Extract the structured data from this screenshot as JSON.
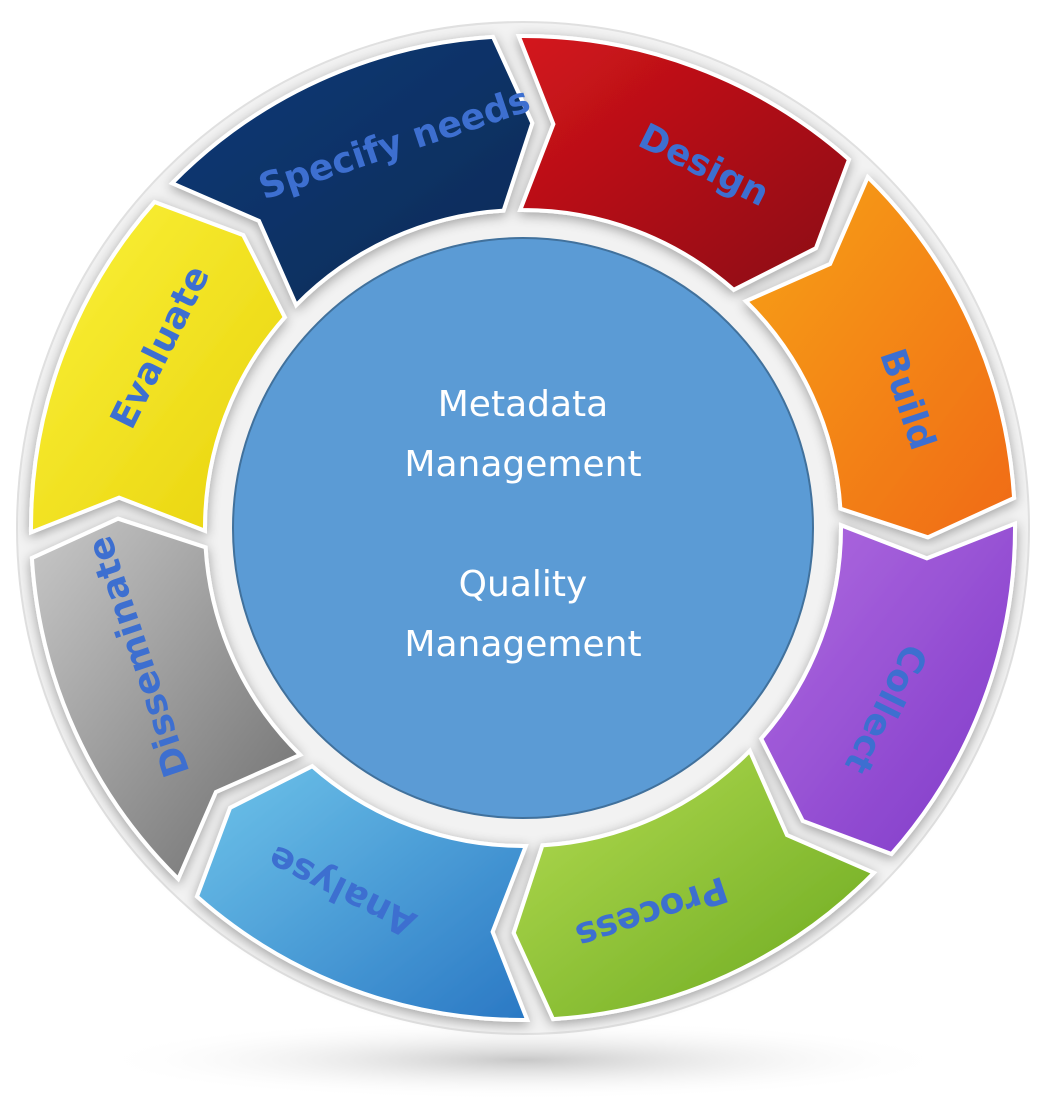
{
  "cycle": {
    "stages": [
      {
        "label": "Specify needs",
        "color_top": "#0b3a78",
        "color_bottom": "#0a2a55"
      },
      {
        "label": "Design",
        "color_top": "#d4141c",
        "color_bottom": "#8a0a10"
      },
      {
        "label": "Build",
        "color_top": "#f7a21a",
        "color_bottom": "#f06a12"
      },
      {
        "label": "Collect",
        "color_top": "#b06be0",
        "color_bottom": "#7e38c8"
      },
      {
        "label": "Process",
        "color_top": "#b4dc52",
        "color_bottom": "#6aa81e"
      },
      {
        "label": "Analyse",
        "color_top": "#6fc4ea",
        "color_bottom": "#2a78c4"
      },
      {
        "label": "Disseminate",
        "color_top": "#c8c8c8",
        "color_bottom": "#6c6c6c"
      },
      {
        "label": "Evaluate",
        "color_top": "#fbf23a",
        "color_bottom": "#e8d20c"
      }
    ]
  },
  "center": {
    "line1": "Metadata",
    "line2": "Management",
    "line3": "Quality",
    "line4": "Management",
    "fill_color": "#5b9bd5",
    "border_color": "#41719c"
  },
  "label_color": "#3d6fd0"
}
